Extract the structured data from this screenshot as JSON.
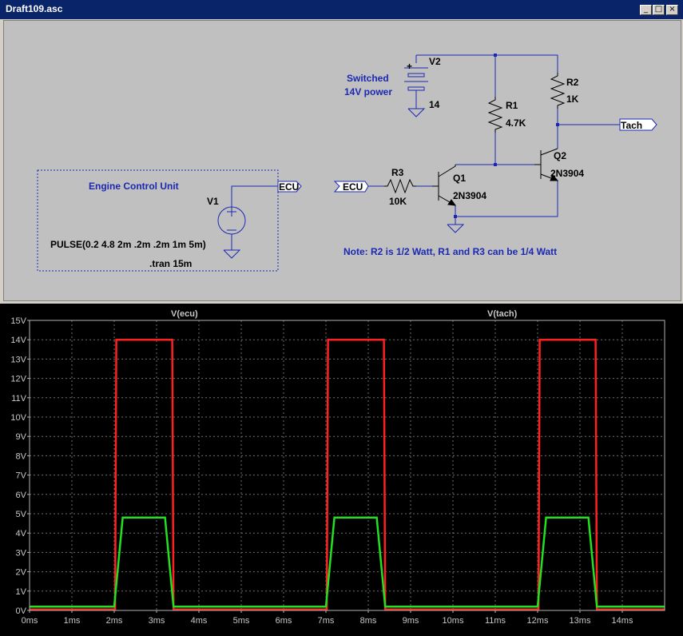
{
  "window": {
    "title": "Draft109.asc",
    "buttons": {
      "minimize": "_",
      "maximize": "□",
      "close": "×"
    }
  },
  "schematic": {
    "ecu_box_title": "Engine Control Unit",
    "v1_label": "V1",
    "v1_value": "PULSE(0.2 4.8 2m .2m .2m 1m 5m)",
    "tran": ".tran 15m",
    "ecu_net": "ECU",
    "ecu_net2": "ECU",
    "v2_label": "V2",
    "v2_value": "14",
    "power_label_1": "Switched",
    "power_label_2": "14V power",
    "r1_label": "R1",
    "r1_value": "4.7K",
    "r2_label": "R2",
    "r2_value": "1K",
    "r3_label": "R3",
    "r3_value": "10K",
    "q1_label": "Q1",
    "q1_model": "2N3904",
    "q2_label": "Q2",
    "q2_model": "2N3904",
    "tach_net": "Tach",
    "note": "Note: R2 is 1/2 Watt, R1 and R3 can be 1/4 Watt",
    "colors": {
      "wire": "#1a28b4",
      "label": "#1a28b4",
      "text": "#000000"
    }
  },
  "chart_data": {
    "type": "line",
    "title": "",
    "xlim": [
      0,
      15
    ],
    "ylim": [
      0,
      15
    ],
    "x_unit": "ms",
    "y_unit": "V",
    "x_ticks": [
      "0ms",
      "1ms",
      "2ms",
      "3ms",
      "4ms",
      "5ms",
      "6ms",
      "7ms",
      "8ms",
      "9ms",
      "10ms",
      "11ms",
      "12ms",
      "13ms",
      "14ms"
    ],
    "y_ticks": [
      "0V",
      "1V",
      "2V",
      "3V",
      "4V",
      "5V",
      "6V",
      "7V",
      "8V",
      "9V",
      "10V",
      "11V",
      "12V",
      "13V",
      "14V",
      "15V"
    ],
    "grid": true,
    "series": [
      {
        "name": "V(ecu)",
        "color": "#22e022",
        "x": [
          0,
          2,
          2.2,
          3.2,
          3.4,
          7,
          7.2,
          8.2,
          8.4,
          12,
          12.2,
          13.2,
          13.4,
          15
        ],
        "y": [
          0.2,
          0.2,
          4.8,
          4.8,
          0.2,
          0.2,
          4.8,
          4.8,
          0.2,
          0.2,
          4.8,
          4.8,
          0.2,
          0.2
        ]
      },
      {
        "name": "V(tach)",
        "color": "#ff2020",
        "x": [
          0,
          2.02,
          2.05,
          3.37,
          3.4,
          7.02,
          7.05,
          8.37,
          8.4,
          12.02,
          12.05,
          13.37,
          13.4,
          15
        ],
        "y": [
          0.05,
          0.05,
          14,
          14,
          0.05,
          0.05,
          14,
          14,
          0.05,
          0.05,
          14,
          14,
          0.05,
          0.05
        ]
      }
    ]
  }
}
